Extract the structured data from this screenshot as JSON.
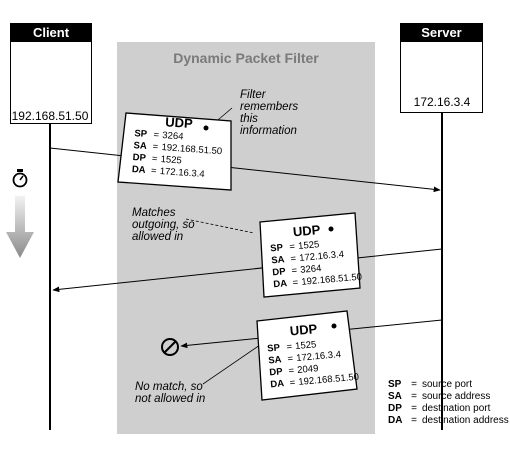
{
  "title": "Dynamic Packet Filter",
  "client": {
    "label": "Client",
    "ip": "192.168.51.50"
  },
  "server": {
    "label": "Server",
    "ip": "172.16.3.4"
  },
  "notes": {
    "remember": [
      "Filter",
      "remembers",
      "this",
      "information"
    ],
    "matches": [
      "Matches",
      "outgoing, so",
      "allowed in"
    ],
    "no_match": [
      "No match, so",
      "not allowed in"
    ]
  },
  "packets": [
    {
      "title": "UDP",
      "fields": [
        {
          "key": "SP",
          "eq": "=",
          "val": "3264"
        },
        {
          "key": "SA",
          "eq": "=",
          "val": "192.168.51.50"
        },
        {
          "key": "DP",
          "eq": "=",
          "val": "1525"
        },
        {
          "key": "DA",
          "eq": "=",
          "val": "172.16.3.4"
        }
      ]
    },
    {
      "title": "UDP",
      "fields": [
        {
          "key": "SP",
          "eq": "=",
          "val": "1525"
        },
        {
          "key": "SA",
          "eq": "=",
          "val": "172.16.3.4"
        },
        {
          "key": "DP",
          "eq": "=",
          "val": "3264"
        },
        {
          "key": "DA",
          "eq": "=",
          "val": "192.168.51.50"
        }
      ]
    },
    {
      "title": "UDP",
      "fields": [
        {
          "key": "SP",
          "eq": "=",
          "val": "1525"
        },
        {
          "key": "SA",
          "eq": "=",
          "val": "172.16.3.4"
        },
        {
          "key": "DP",
          "eq": "=",
          "val": "2049"
        },
        {
          "key": "DA",
          "eq": "=",
          "val": "192.168.51.50"
        }
      ]
    }
  ],
  "legend": [
    {
      "key": "SP",
      "eq": "=",
      "desc": "source port"
    },
    {
      "key": "SA",
      "eq": "=",
      "desc": "source address"
    },
    {
      "key": "DP",
      "eq": "=",
      "desc": "destination port"
    },
    {
      "key": "DA",
      "eq": "=",
      "desc": "destination address"
    }
  ],
  "icons": [
    "computer-icon",
    "server-icon",
    "stopwatch-icon",
    "time-arrow-icon",
    "prohibited-icon"
  ]
}
